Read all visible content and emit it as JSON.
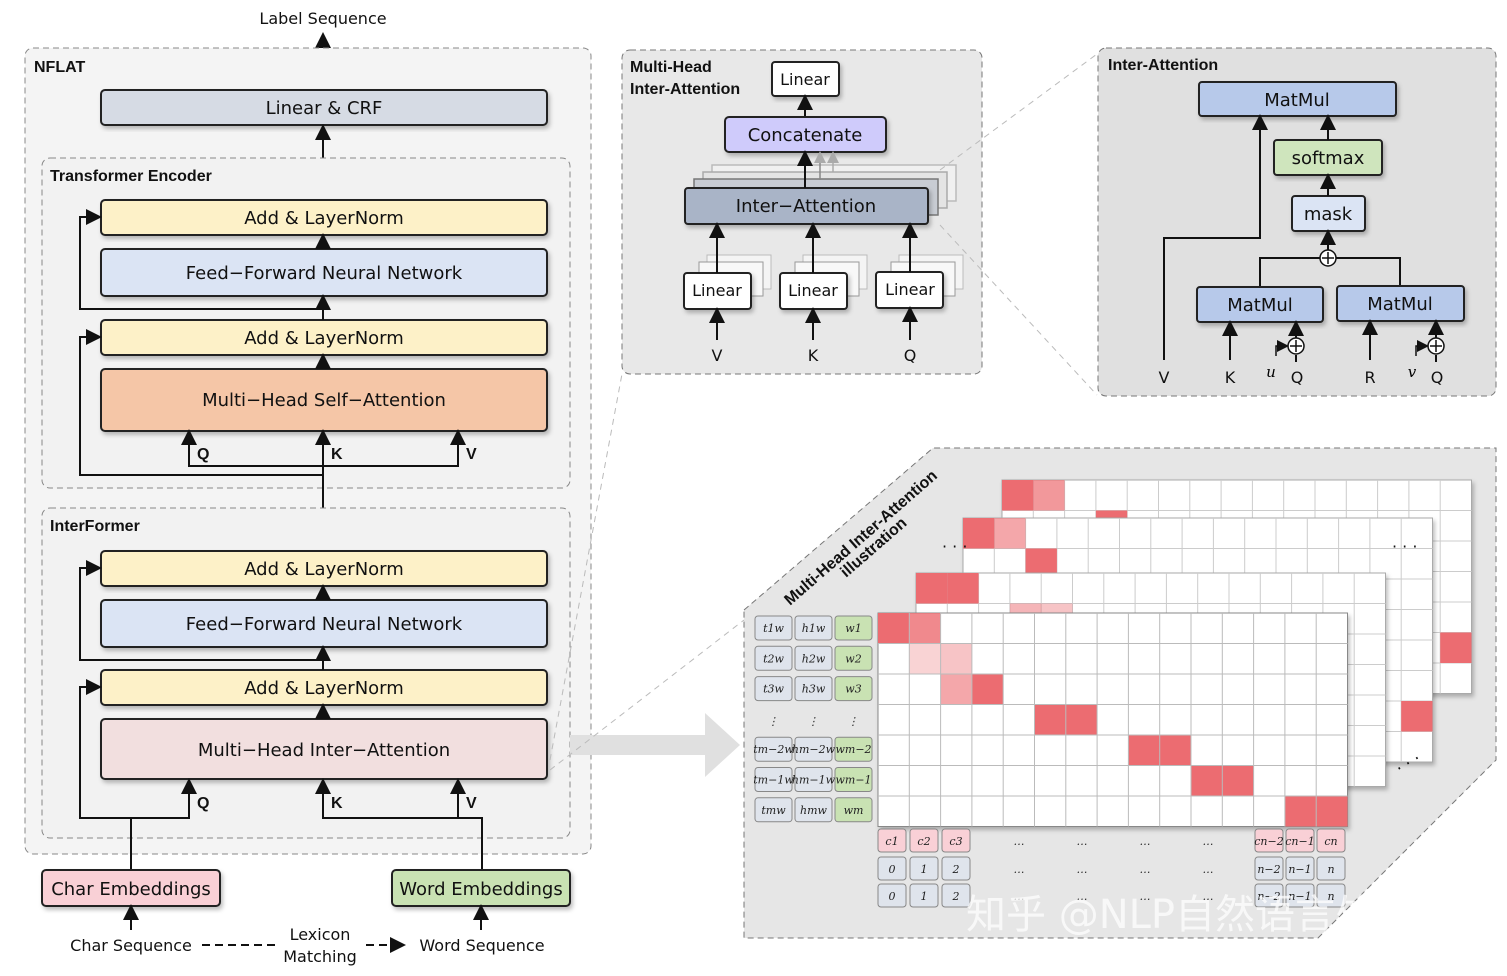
{
  "colors": {
    "yellow": "#fdf1c8",
    "blue_light": "#dbe4f4",
    "orange": "#f5c6a7",
    "pink_light": "#f2dfdf",
    "grey_box": "#d6dbe4",
    "grey_dark": "#a9b4c7",
    "purple": "#cfcbfb",
    "blue_mid": "#b7c9ea",
    "green": "#cfe5bd",
    "red_cell": "#ec6c71",
    "char_pink": "#f9d0d6",
    "word_green": "#c9e2b3"
  },
  "main": {
    "top_label": "Label Sequence",
    "nflat_title": "NFLAT",
    "linear_crf": "Linear & CRF",
    "encoder_title": "Transformer Encoder",
    "encoder_add1": "Add & LayerNorm",
    "encoder_ffn": "Feed−Forward Neural Network",
    "encoder_add2": "Add & LayerNorm",
    "encoder_mhsa": "Multi−Head Self−Attention",
    "encoder_q": "Q",
    "encoder_k": "K",
    "encoder_v": "V",
    "interformer_title": "InterFormer",
    "inter_add1": "Add & LayerNorm",
    "inter_ffn": "Feed−Forward Neural Network",
    "inter_add2": "Add & LayerNorm",
    "inter_mhia": "Multi−Head Inter−Attention",
    "inter_q": "Q",
    "inter_k": "K",
    "inter_v": "V",
    "char_emb": "Char Embeddings",
    "word_emb": "Word Embeddings",
    "char_seq": "Char Sequence",
    "lexicon1": "Lexicon",
    "lexicon2": "Matching",
    "word_seq": "Word Sequence"
  },
  "mhia_panel": {
    "title1": "Multi-Head",
    "title2": "Inter-Attention",
    "linear_top": "Linear",
    "concat": "Concatenate",
    "inter_attention": "Inter−Attention",
    "linear": "Linear",
    "v": "V",
    "k": "K",
    "q": "Q"
  },
  "ia_panel": {
    "title": "Inter-Attention",
    "matmul_top": "MatMul",
    "softmax": "softmax",
    "mask": "mask",
    "matmul_left": "MatMul",
    "matmul_right": "MatMul",
    "v": "V",
    "k": "K",
    "u": "u",
    "q1": "Q",
    "r": "R",
    "vv": "v",
    "q2": "Q"
  },
  "illustration": {
    "title1": "Multi-Head Inter-Attention",
    "title2": "illustration",
    "row_t": [
      "t1w",
      "t2w",
      "t3w",
      "⋮",
      "tm−2w",
      "tm−1w",
      "tmw"
    ],
    "row_h": [
      "h1w",
      "h2w",
      "h3w",
      "⋮",
      "hm−2w",
      "hm−1w",
      "hmw"
    ],
    "row_w": [
      "w1",
      "w2",
      "w3",
      "⋮",
      "wm−2",
      "wm−1",
      "wm"
    ],
    "col_c": [
      "c1",
      "c2",
      "c3",
      "…",
      "…",
      "…",
      "…",
      "cn−2",
      "cn−1",
      "cn"
    ],
    "col_i1": [
      "0",
      "1",
      "2",
      "…",
      "…",
      "…",
      "…",
      "n−2",
      "n−1",
      "n"
    ],
    "col_i2": [
      "0",
      "1",
      "2",
      "…",
      "…",
      "…",
      "…",
      "n−2",
      "n−1",
      "n"
    ],
    "dots": "· · ·"
  },
  "watermark": "知乎 @NLP自然语言处理"
}
